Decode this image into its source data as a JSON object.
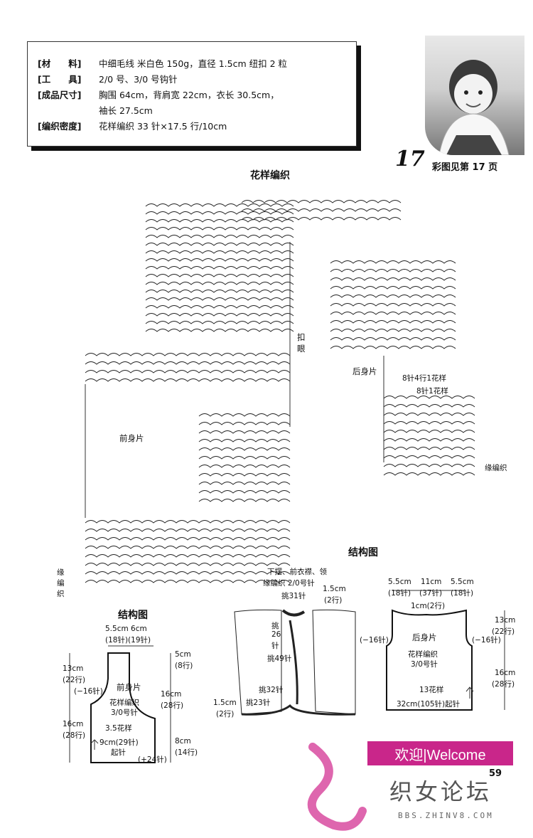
{
  "info": {
    "rows": [
      {
        "label": "[材　　料]",
        "value": "中细毛线 米白色 150g，直径 1.5cm 纽扣 2 粒"
      },
      {
        "label": "[工　　具]",
        "value": "2/0 号、3/0 号钩针"
      },
      {
        "label": "[成品尺寸]",
        "value": "胸围 64cm，背肩宽 22cm，衣长 30.5cm，"
      },
      {
        "label": "",
        "value": "袖长 27.5cm"
      },
      {
        "label": "[编织密度]",
        "value": "花样编织 33 针×17.5 行/10cm"
      }
    ]
  },
  "badge": {
    "number": "17",
    "text": "彩图见第 17 页"
  },
  "pattern": {
    "title": "花样编织",
    "front_label": "前身片",
    "back_label": "后身片",
    "buttonhole_label": "扣眼",
    "back_repeat_1": "8针4行1花样",
    "back_repeat_2": "8针1花样",
    "edge_label": "缘编织",
    "edge_label_left": "缘编织"
  },
  "structure_left": {
    "title": "结构图",
    "top_dims": "5.5cm  6cm",
    "top_stitches": "(18针)(19针)",
    "left_upper": "13cm",
    "left_upper_rows": "(22行)",
    "left_shape": "(−16针)",
    "left_lower": "16cm",
    "left_lower_rows": "(28行)",
    "right_top": "5cm",
    "right_top_rows": "(8行)",
    "right_mid": "16cm",
    "right_mid_rows": "(28行)",
    "right_bottom": "8cm",
    "right_bottom_rows": "(14行)",
    "piece": "前身片",
    "piece_pattern": "花样编织",
    "piece_hook": "3/0号针",
    "piece_repeat": "3.5花样",
    "bottom": "9cm(29针)",
    "bottom_start": "起针",
    "increase": "(+24针)"
  },
  "structure_middle": {
    "title": "结构图",
    "subtitle": "下摆、前衣襟、领",
    "subtitle2": "缘编织 2/0号针",
    "pick_31": "挑31针",
    "dim_15": "1.5cm",
    "rows_2": "(2行)",
    "pick_26a": "挑",
    "pick_26b": "26",
    "pick_26c": "针",
    "pick_49": "挑49针",
    "pick_32": "挑32针",
    "pick_23": "挑23针",
    "dim_15b": "1.5cm",
    "rows_2b": "(2行)"
  },
  "structure_right": {
    "top_left": "5.5cm",
    "top_left_st": "(18针)",
    "top_mid": "11cm",
    "top_mid_st": "(37针)",
    "top_right": "5.5cm",
    "top_right_st": "(18针)",
    "neck": "1cm(2行)",
    "dec_left": "(−16针)",
    "dec_right": "(−16针)",
    "right_upper": "13cm",
    "right_upper_rows": "(22行)",
    "right_lower": "16cm",
    "right_lower_rows": "(28行)",
    "piece": "后身片",
    "piece_pattern": "花样编织",
    "piece_hook": "3/0号针",
    "piece_repeat": "13花样",
    "bottom": "32cm(105针)起针"
  },
  "footer": {
    "welcome": "欢迎|Welcome",
    "page": "59",
    "forum": "织女论坛",
    "url": "BBS.ZHINV8.COM"
  }
}
